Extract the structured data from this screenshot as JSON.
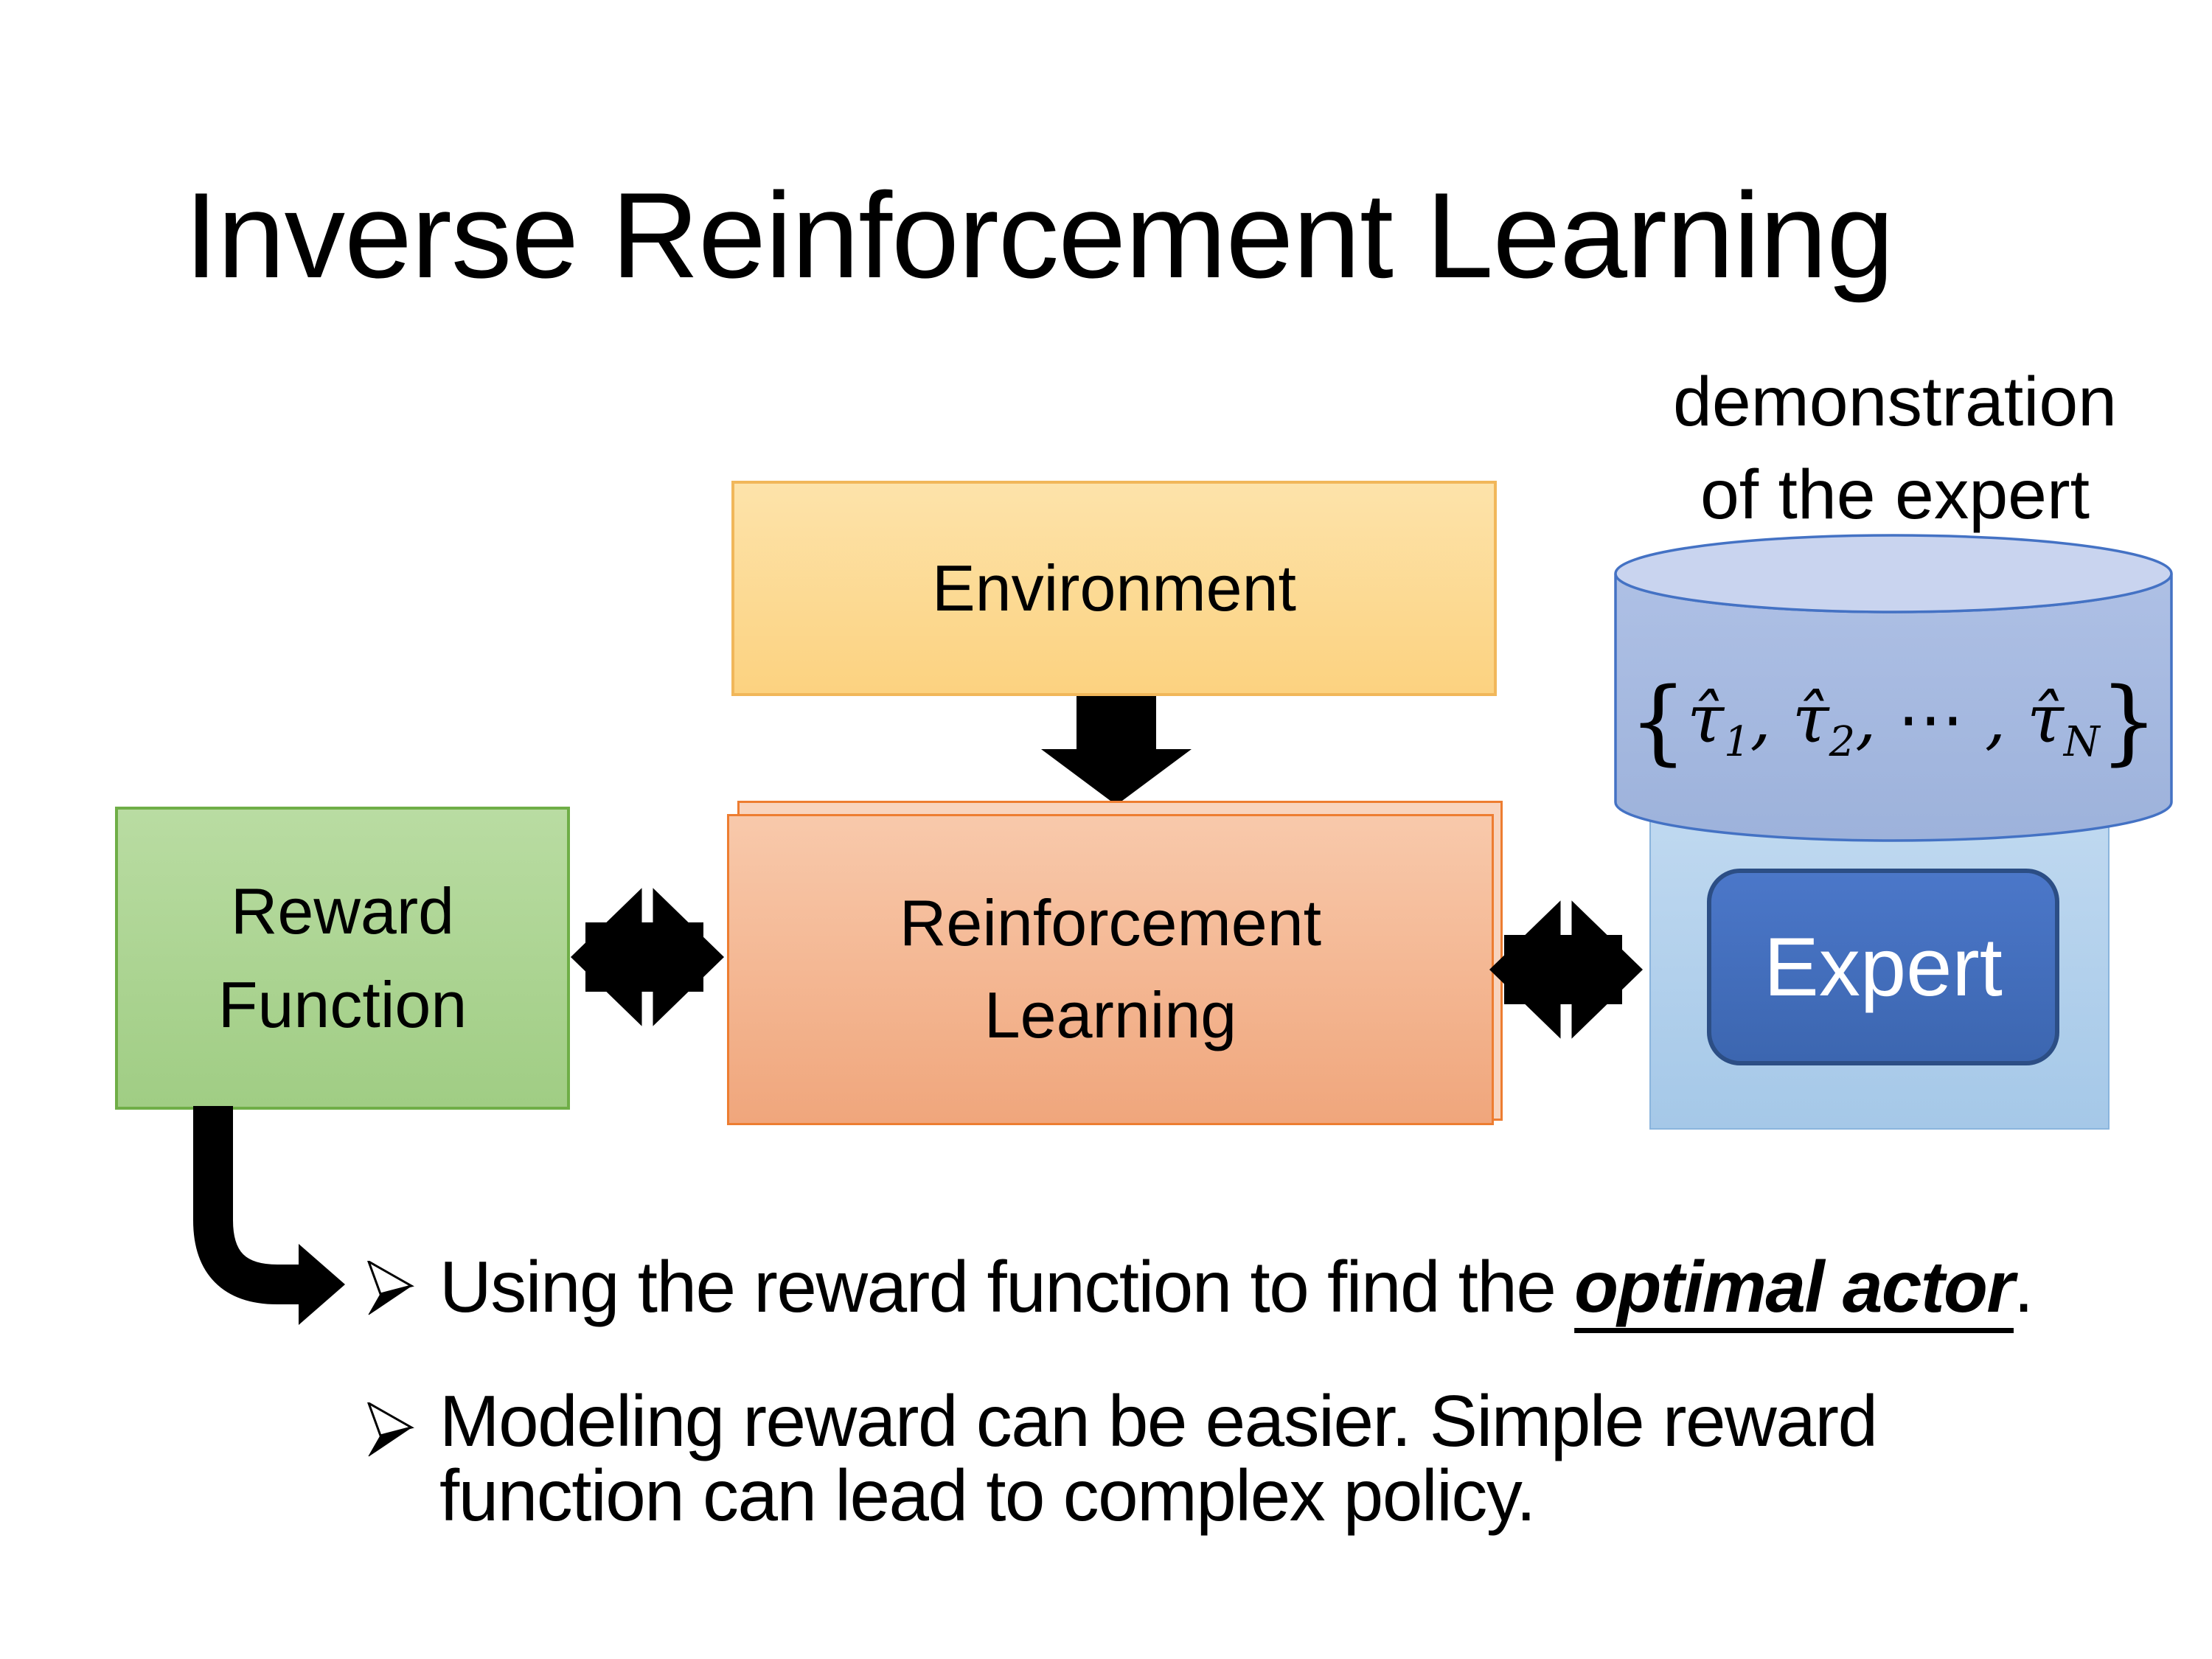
{
  "title": "Inverse Reinforcement Learning",
  "demo_label": {
    "line1": "demonstration",
    "line2": "of the expert"
  },
  "boxes": {
    "environment": {
      "label": "Environment"
    },
    "reinforcement_learning": {
      "line1": "Reinforcement",
      "line2": "Learning"
    },
    "reward_function": {
      "line1": "Reward",
      "line2": "Function"
    },
    "expert": {
      "label": "Expert"
    }
  },
  "cylinder": {
    "math": {
      "open": "{",
      "tau": "τ̂",
      "sub1": "1",
      "comma1": ", ",
      "sub2": "2",
      "dots": ", ⋯ , ",
      "subN": "N",
      "close": "}"
    }
  },
  "bullets": {
    "item1": {
      "prefix": "Using the reward function to find the ",
      "emphasis": "optimal actor",
      "suffix": "."
    },
    "item2": {
      "line1": "Modeling reward can be easier. Simple reward",
      "line2": "function can lead to complex policy."
    }
  },
  "icons": {
    "down_arrow": "thick black arrow from Environment to Reinforcement Learning",
    "exchange_arrow": "black diamond double-exchange arrow",
    "elbow_arrow": "bent arrow from Reward Function to bullet list",
    "bullet_marker": "3d-arrowhead list bullet"
  },
  "colors": {
    "ink": "#000000",
    "env_fill_top": "#FDE3AA",
    "env_fill_bottom": "#FCD280",
    "env_border": "#F1B75A",
    "rl_fill_top": "#F8C9AB",
    "rl_fill_bottom": "#F0A67C",
    "rl_back_fill": "#F8D4BE",
    "rl_border": "#ED7D31",
    "reward_fill_top": "#B9DCA2",
    "reward_fill_bottom": "#A0CD84",
    "reward_border": "#6FAE47",
    "cyl_body_top": "#AEC0E5",
    "cyl_body_bottom": "#9DB2DB",
    "cyl_face": "#C9D4EF",
    "cyl_border": "#4472C4",
    "expertbg_fill_top": "#C3DBF1",
    "expertbg_fill_bottom": "#A5C8E8",
    "expertbg_border": "#8BB5DD",
    "expert_fill_top": "#4B77C9",
    "expert_fill_bottom": "#3C66B0",
    "expert_border": "#2C4E85",
    "expert_text": "#FFFFFF"
  }
}
